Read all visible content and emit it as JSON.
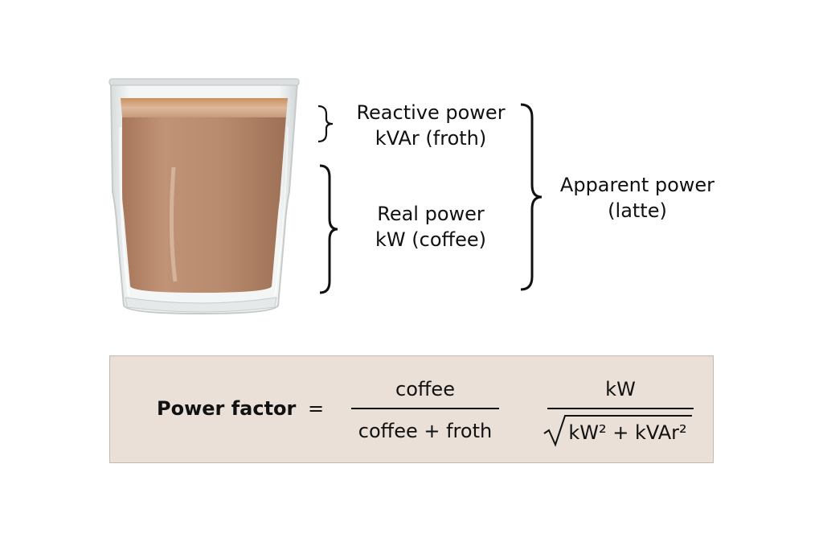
{
  "labels": {
    "reactive": {
      "line1": "Reactive power",
      "line2": "kVAr (froth)"
    },
    "real": {
      "line1": "Real power",
      "line2": "kW (coffee)"
    },
    "apparent": {
      "line1": "Apparent power",
      "line2": "(latte)"
    }
  },
  "formula": {
    "lhs": "Power factor",
    "equals": "=",
    "ratio1": {
      "numerator": "coffee",
      "denominator": "coffee + froth"
    },
    "ratio2": {
      "numerator": "kW",
      "denominator": "kW² + kVAr²"
    }
  },
  "colors": {
    "coffee": "#b98a6c",
    "froth": "#d9b295",
    "formula_background": "#ebe0d8",
    "text": "#111111"
  }
}
